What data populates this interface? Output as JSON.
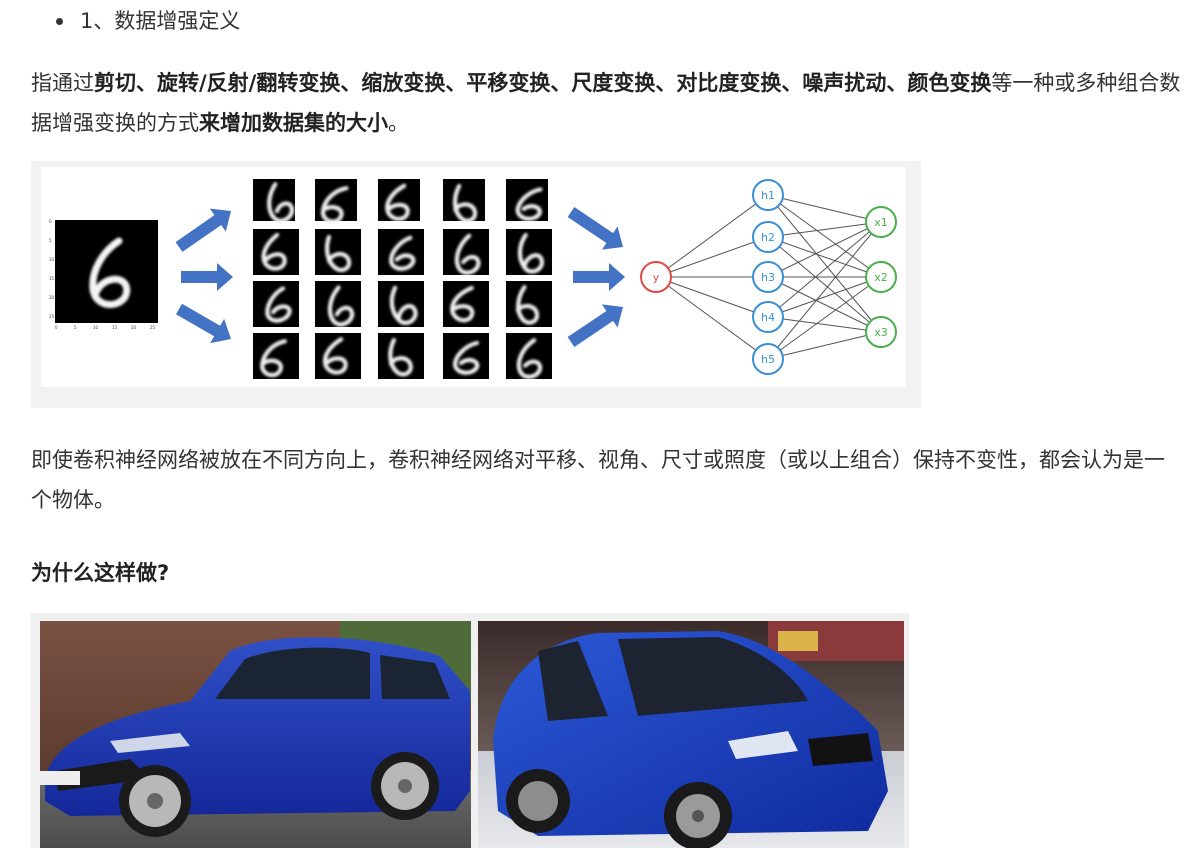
{
  "bullet": {
    "text": "1、数据增强定义"
  },
  "para1": {
    "prefix": "指通过",
    "bold1": "剪切、旋转/反射/翻转变换、缩放变换、平移变换、尺度变换、对比度变换、噪声扰动、颜色变换",
    "mid": "等一种或多种组合数据增强变换的方式",
    "bold2": "来增加数据集的大小",
    "suffix": "。"
  },
  "figure1": {
    "axis_ticks_y": [
      "0",
      "5",
      "10",
      "15",
      "20",
      "25"
    ],
    "axis_ticks_x": [
      "0",
      "5",
      "10",
      "15",
      "20",
      "25"
    ],
    "output_label": "y",
    "hidden_labels": [
      "h1",
      "h2",
      "h3",
      "h4",
      "h5"
    ],
    "input_labels": [
      "x1",
      "x2",
      "x3"
    ],
    "colors": {
      "arrow": "#4472c4",
      "hidden": "#3a8fd6",
      "output_node": "#e04a4a",
      "input_node": "#4cae4c"
    }
  },
  "para2": {
    "text": "即使卷积神经网络被放在不同方向上，卷积神经网络对平移、视角、尺寸或照度（或以上组合）保持不变性，都会认为是一个物体。"
  },
  "heading": {
    "text": "为什么这样做?"
  },
  "figure2": {
    "colors": {
      "car_blue": "#1f3fa6",
      "car_blue2": "#1a38b8"
    }
  }
}
